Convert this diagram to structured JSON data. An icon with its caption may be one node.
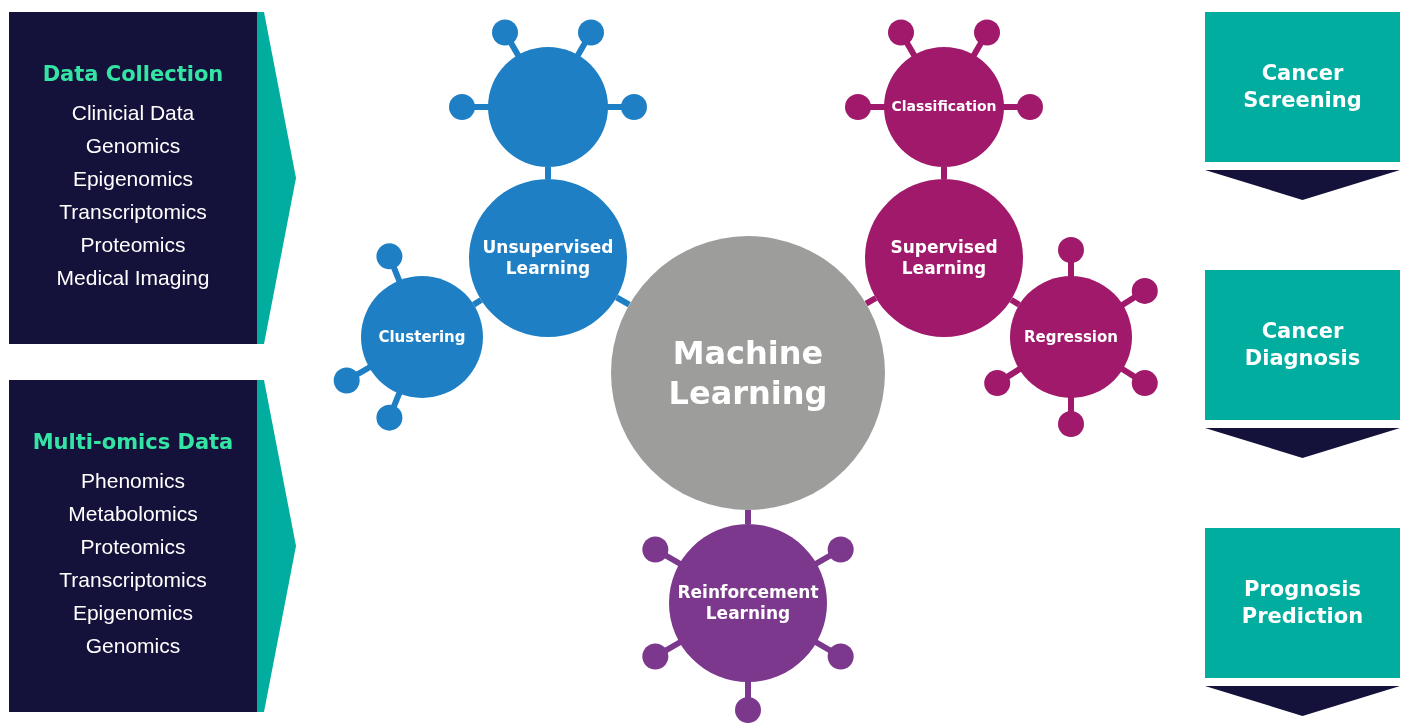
{
  "diagram": {
    "nodes": [
      {
        "text": [
          "Data Collection",
          "Clinicial Data",
          "Genomics",
          "Epigenomics",
          "Transcriptomics",
          "Proteomics",
          "Medical Imaging"
        ]
      },
      {
        "text": [
          "Multi-omics Data",
          "Phenomics",
          "Metabolomics",
          "Proteomics",
          "Transcriptomics",
          "Epigenomics",
          "Genomics"
        ]
      },
      {
        "text": [
          "Machine Learning"
        ]
      },
      {
        "text": [
          "Unsupervised Learning"
        ]
      },
      {
        "text": [],
        "shape": "circle"
      },
      {
        "text": [
          "Clustering"
        ]
      },
      {
        "text": [
          "Supervised Learning"
        ]
      },
      {
        "text": [
          "Classification"
        ]
      },
      {
        "text": [
          "Regression"
        ]
      },
      {
        "text": [
          "Reinforcement Learning"
        ]
      },
      {
        "text": [
          "Cancer Screening"
        ]
      },
      {
        "text": [
          "Cancer Diagnosis"
        ]
      },
      {
        "text": [
          "Prognosis Prediction"
        ]
      }
    ],
    "edges": [
      {
        "from": 0,
        "to": null,
        "arrow": "to",
        "color": "#00ad9f"
      },
      {
        "from": 1,
        "to": null,
        "arrow": "to",
        "color": "#00ad9f"
      },
      {
        "from": 2,
        "to": 3,
        "arrow": "none",
        "color": "#1f7fc4"
      },
      {
        "from": 3,
        "to": 4,
        "arrow": "none",
        "color": "#1f7fc4"
      },
      {
        "from": 3,
        "to": 5,
        "arrow": "none",
        "color": "#1f7fc4"
      },
      {
        "from": 2,
        "to": 6,
        "arrow": "none",
        "color": "#a0196a"
      },
      {
        "from": 6,
        "to": 7,
        "arrow": "none",
        "color": "#a0196a"
      },
      {
        "from": 6,
        "to": 8,
        "arrow": "none",
        "color": "#a0196a"
      },
      {
        "from": 2,
        "to": 9,
        "arrow": "none",
        "color": "#7b388c"
      },
      {
        "from": 10,
        "to": 11,
        "arrow": "to",
        "color": "#14123a"
      },
      {
        "from": 11,
        "to": 12,
        "arrow": "to",
        "color": "#14123a"
      },
      {
        "from": 12,
        "to": null,
        "arrow": "to",
        "color": "#14123a"
      }
    ]
  }
}
